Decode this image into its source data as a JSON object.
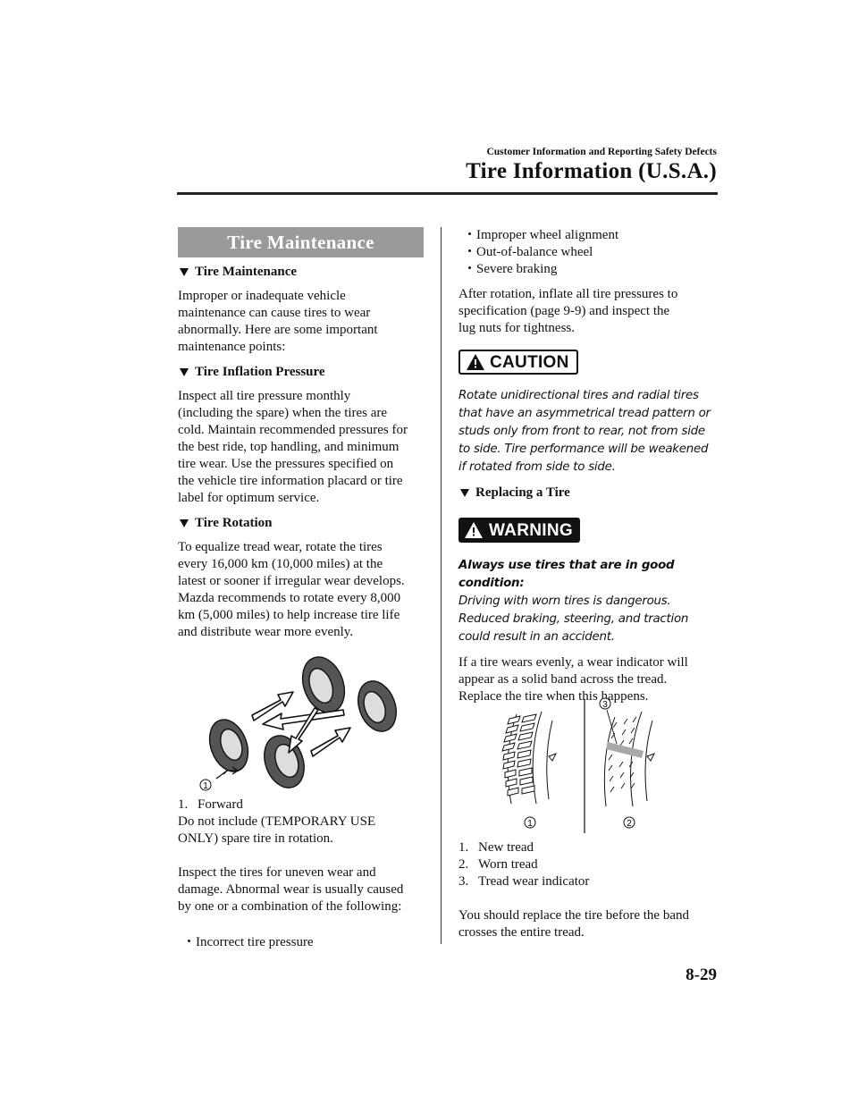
{
  "header": {
    "small": "Customer Information and Reporting Safety Defects",
    "title": "Tire Information (U.S.A.)"
  },
  "left": {
    "banner": "Tire Maintenance",
    "sec1_title": "Tire Maintenance",
    "sec1_lines": [
      "Improper or inadequate vehicle",
      "maintenance can cause tires to wear",
      "abnormally. Here are some important",
      "maintenance points:"
    ],
    "sec2_title": "Tire Inflation Pressure",
    "sec2_lines": [
      "Inspect all tire pressure monthly",
      "(including the spare) when the tires are",
      "cold. Maintain recommended pressures for",
      "the best ride, top handling, and minimum",
      "tire wear. Use the pressures specified on",
      "the vehicle tire information placard or tire",
      "label for optimum service."
    ],
    "sec3_title": "Tire Rotation",
    "sec3_lines": [
      "To equalize tread wear, rotate the tires",
      "every 16,000 km (10,000 miles) at the",
      "latest or sooner if irregular wear develops.",
      "Mazda recommends to rotate every 8,000",
      "km (5,000 miles) to help increase tire life",
      "and distribute wear more evenly."
    ],
    "figure_callout": "1",
    "caption_num": "1.",
    "caption_text": "Forward",
    "note_lines": [
      "Do not include (TEMPORARY USE",
      "ONLY) spare tire in rotation."
    ],
    "inspect_lines": [
      "Inspect the tires for uneven wear and",
      "damage. Abnormal wear is usually caused",
      "by one or a combination of the following:"
    ],
    "bullet1": "Incorrect tire pressure"
  },
  "right": {
    "bullets": [
      "Improper wheel alignment",
      "Out-of-balance wheel",
      "Severe braking"
    ],
    "after_lines": [
      "After rotation, inflate all tire pressures to",
      "specification (page 9-9) and inspect the",
      "lug nuts for tightness."
    ],
    "caution_label": "CAUTION",
    "caution_lines": [
      "Rotate unidirectional tires and radial tires",
      "that have an asymmetrical tread pattern or",
      "studs only from front to rear, not from side",
      "to side. Tire performance will be weakened",
      "if rotated from side to side."
    ],
    "sec4_title": "Replacing a Tire",
    "warning_label": "WARNING",
    "warning_bold": "Always use tires that are in good condition:",
    "warning_lines": [
      "Driving with worn tires is dangerous.",
      "Reduced braking, steering, and traction",
      "could result in an accident."
    ],
    "indicator_lines": [
      "If a tire wears evenly, a wear indicator will",
      "appear as a solid band across the tread.",
      "Replace the tire when this happens."
    ],
    "fig_callouts": [
      "1",
      "2",
      "3"
    ],
    "list": [
      {
        "n": "1.",
        "t": "New tread"
      },
      {
        "n": "2.",
        "t": "Worn tread"
      },
      {
        "n": "3.",
        "t": "Tread wear indicator"
      }
    ],
    "final_lines": [
      "You should replace the tire before the band",
      "crosses the entire tread."
    ]
  },
  "page_number": "8-29"
}
